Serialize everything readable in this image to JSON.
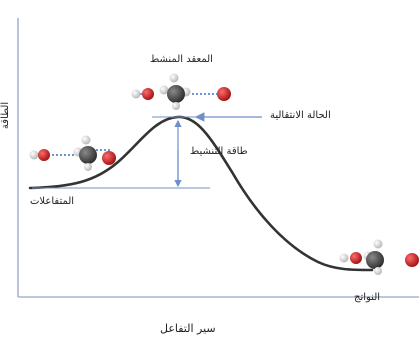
{
  "diagram": {
    "y_axis_label": "الطاقة",
    "x_axis_label": "سير التفاعل",
    "labels": {
      "activated_complex": "المعقد المنشط",
      "transition_state": "الحالة الانتقالية",
      "activation_energy": "طاقة التنشيط",
      "reactants": "المتفاعلات",
      "products": "النواتج"
    },
    "colors": {
      "curve": "#333333",
      "axis": "#aab3d6",
      "arrow": "#6f8fc9",
      "oxygen": "#c81e1e",
      "carbon": "#4a4a4a",
      "hydrogen": "#d9d9d9",
      "bond_dash": "#3b6fd1"
    }
  }
}
